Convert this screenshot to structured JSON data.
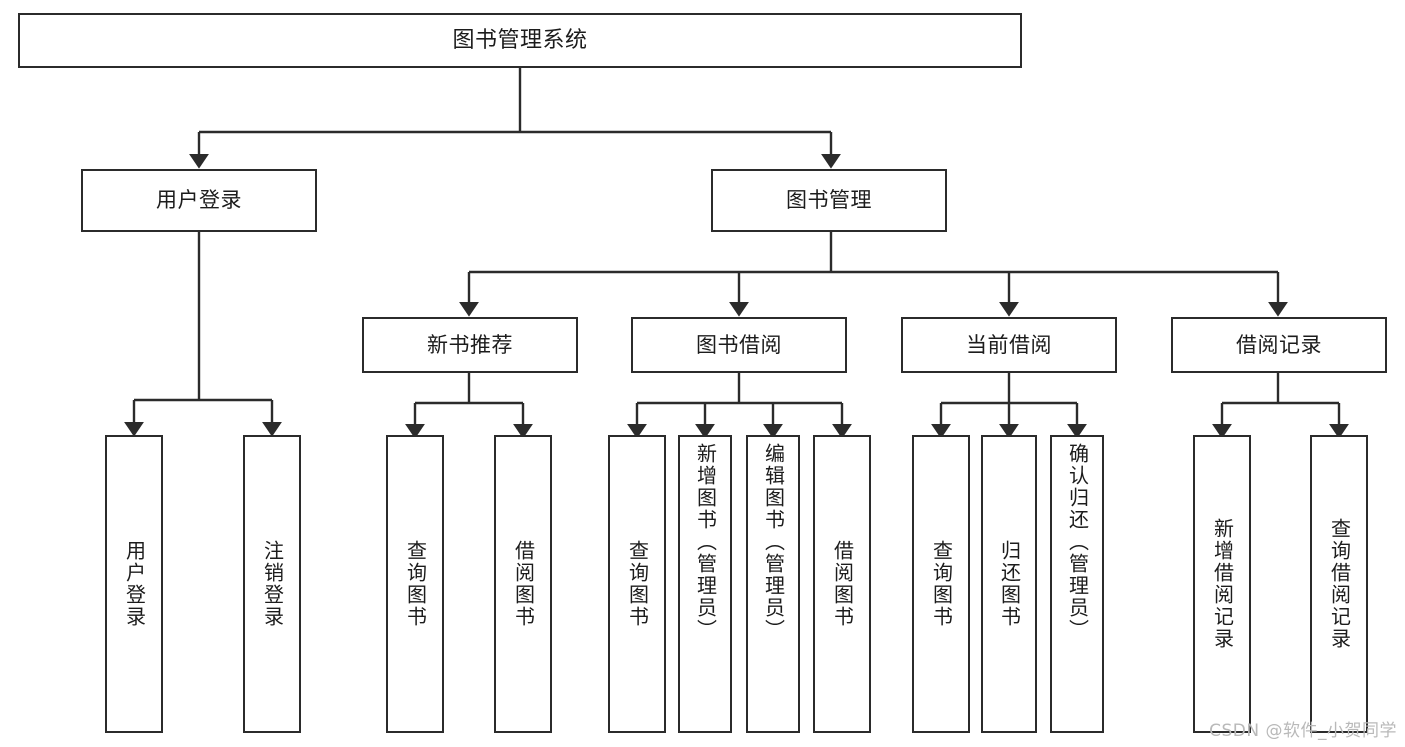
{
  "diagram": {
    "title": "图书管理系统",
    "type": "tree-hierarchy",
    "colors": {
      "box_stroke": "#2b2b2b",
      "box_fill": "#ffffff",
      "edge_stroke": "#2b2b2b",
      "text": "#1c1c1c",
      "background": "#ffffff",
      "watermark": "#b9b9b9"
    },
    "root": {
      "label": "图书管理系统"
    },
    "level2": [
      {
        "label": "用户登录"
      },
      {
        "label": "图书管理"
      }
    ],
    "level3": [
      {
        "label": "新书推荐"
      },
      {
        "label": "图书借阅"
      },
      {
        "label": "当前借阅"
      },
      {
        "label": "借阅记录"
      }
    ],
    "leaves": {
      "user_login": [
        {
          "label": "用户登录"
        },
        {
          "label": "注销登录"
        }
      ],
      "new_book_recommend": [
        {
          "label": "查询图书"
        },
        {
          "label": "借阅图书"
        }
      ],
      "book_borrow": [
        {
          "label": "查询图书"
        },
        {
          "label": "新增图书（管理员）"
        },
        {
          "label": "编辑图书（管理员）"
        },
        {
          "label": "借阅图书"
        }
      ],
      "current_borrow": [
        {
          "label": "查询图书"
        },
        {
          "label": "归还图书"
        },
        {
          "label": "确认归还（管理员）"
        }
      ],
      "borrow_records": [
        {
          "label": "新增借阅记录"
        },
        {
          "label": "查询借阅记录"
        }
      ]
    }
  },
  "watermark": {
    "text": "CSDN @软件_小贺同学"
  }
}
